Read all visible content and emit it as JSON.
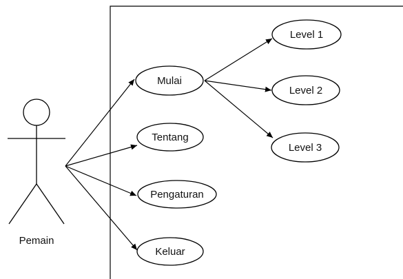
{
  "actor": {
    "label": "Pemain",
    "icon": "stick-figure-icon"
  },
  "use_cases": {
    "mulai": "Mulai",
    "tentang": "Tentang",
    "pengaturan": "Pengaturan",
    "keluar": "Keluar",
    "level1": "Level 1",
    "level2": "Level 2",
    "level3": "Level 3"
  },
  "relations": [
    {
      "from": "actor",
      "to": "mulai"
    },
    {
      "from": "actor",
      "to": "tentang"
    },
    {
      "from": "actor",
      "to": "pengaturan"
    },
    {
      "from": "actor",
      "to": "keluar"
    },
    {
      "from": "mulai",
      "to": "level1"
    },
    {
      "from": "mulai",
      "to": "level2"
    },
    {
      "from": "mulai",
      "to": "level3"
    }
  ]
}
